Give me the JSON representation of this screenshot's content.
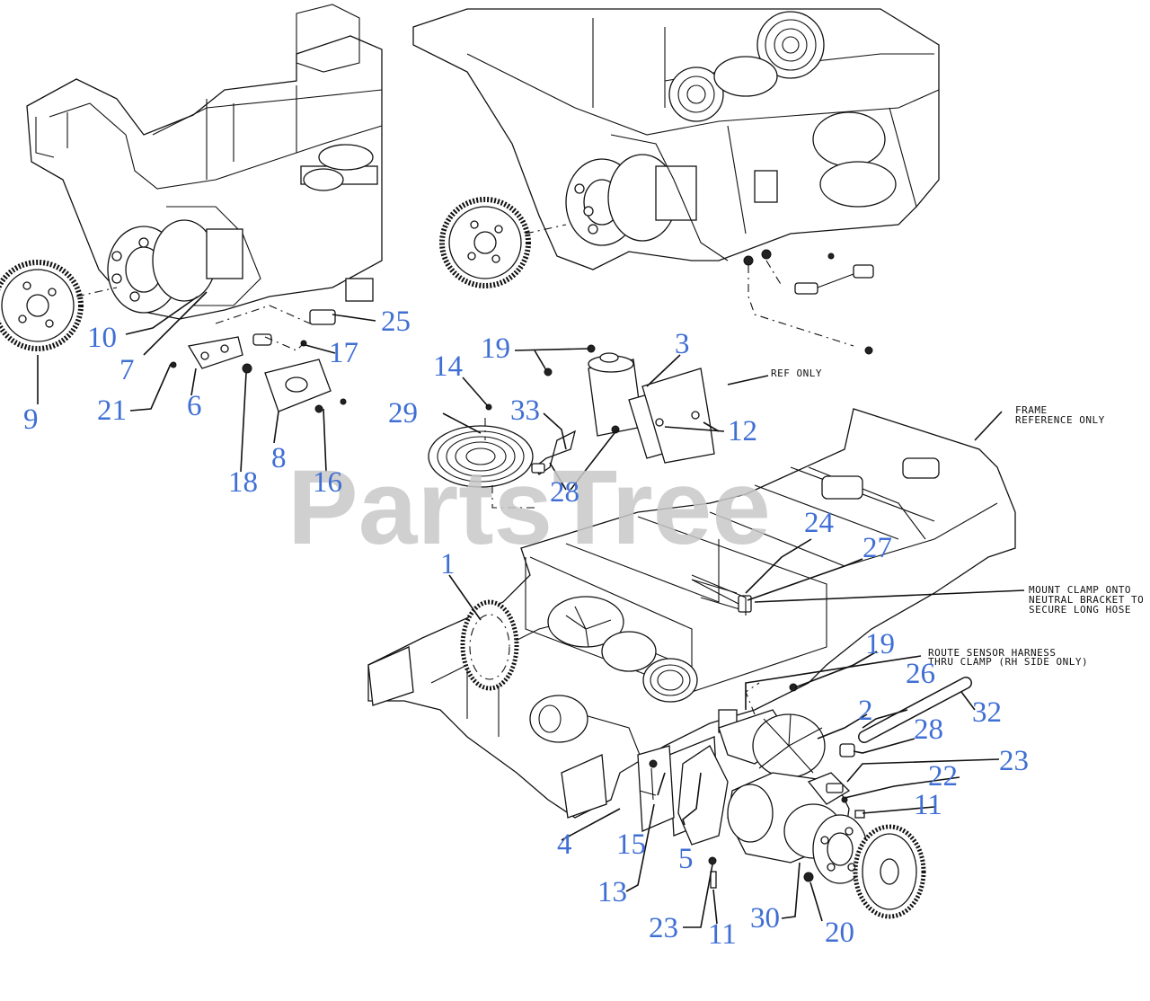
{
  "watermark": "PartsTree",
  "notes": {
    "ref_only": "REF ONLY",
    "frame_ref_1": "FRAME",
    "frame_ref_2": "REFERENCE ONLY",
    "mount_1": "MOUNT CLAMP ONTO",
    "mount_2": "NEUTRAL BRACKET TO",
    "mount_3": "SECURE LONG HOSE",
    "route_1": "ROUTE SENSOR HARNESS",
    "route_2": "THRU CLAMP (RH SIDE ONLY)"
  },
  "callouts": {
    "c1": "1",
    "c2": "2",
    "c3": "3",
    "c4": "4",
    "c5": "5",
    "c6": "6",
    "c7": "7",
    "c8": "8",
    "c9": "9",
    "c10": "10",
    "c11a": "11",
    "c11b": "11",
    "c12": "12",
    "c13": "13",
    "c14": "14",
    "c15": "15",
    "c16": "16",
    "c17": "17",
    "c18": "18",
    "c19a": "19",
    "c19b": "19",
    "c20": "20",
    "c21": "21",
    "c22": "22",
    "c23a": "23",
    "c23b": "23",
    "c24": "24",
    "c25": "25",
    "c26": "26",
    "c27": "27",
    "c28a": "28",
    "c28b": "28",
    "c29": "29",
    "c30": "30",
    "c32": "32",
    "c33": "33"
  },
  "colors": {
    "callout": "#3f6fd4",
    "line": "#111111",
    "watermark": "#c8c8c8"
  }
}
